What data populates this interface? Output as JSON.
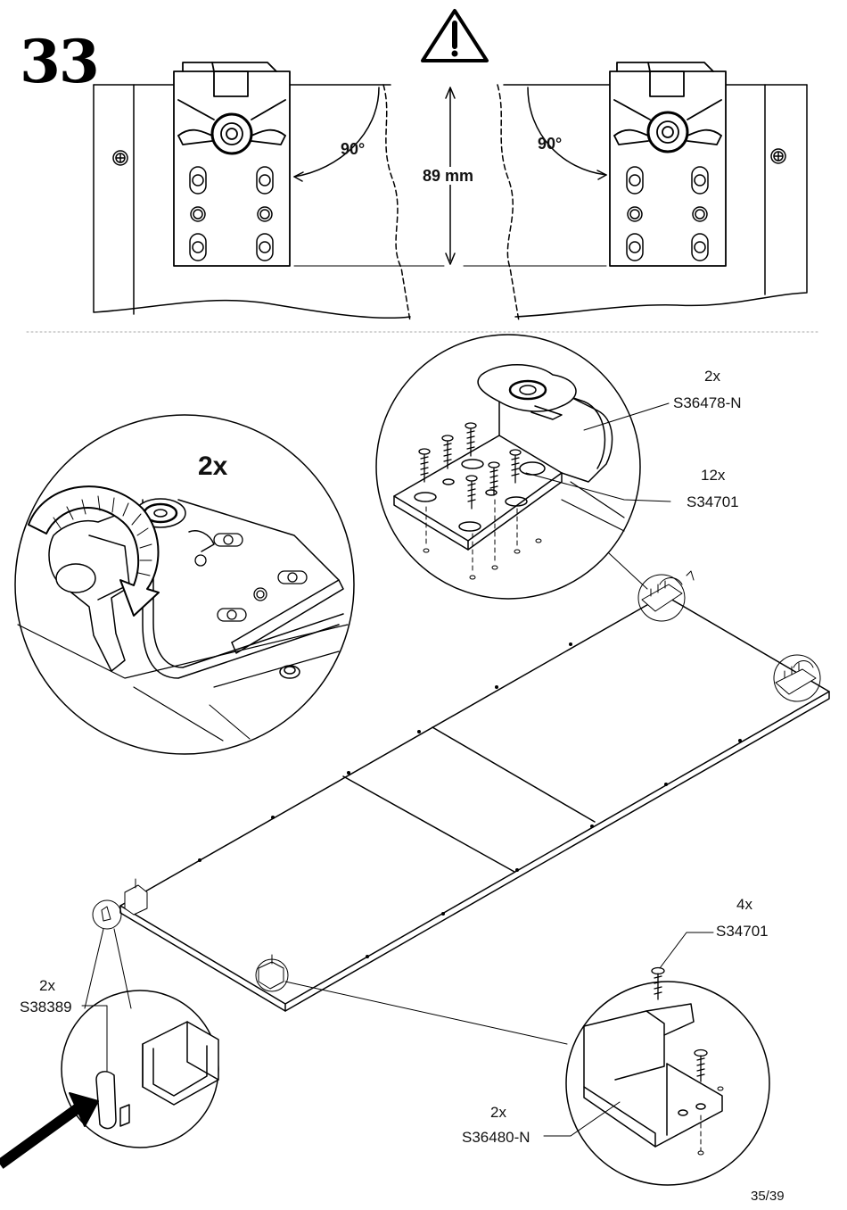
{
  "step_number": "33",
  "warning_icon": "warning-triangle-icon",
  "top_diagram": {
    "angle_left": "90°",
    "angle_right": "90°",
    "distance": "89 mm"
  },
  "zoom_rotate": {
    "quantity": "2x"
  },
  "callouts": {
    "hinge": {
      "quantity": "2x",
      "code": "S36478-N"
    },
    "screws_top": {
      "quantity": "12x",
      "code": "S34701"
    },
    "screws_bottom": {
      "quantity": "4x",
      "code": "S34701"
    },
    "bracket": {
      "quantity": "2x",
      "code": "S36480-N"
    },
    "cap": {
      "quantity": "2x",
      "code": "S38389"
    }
  },
  "page_number": "35/39"
}
